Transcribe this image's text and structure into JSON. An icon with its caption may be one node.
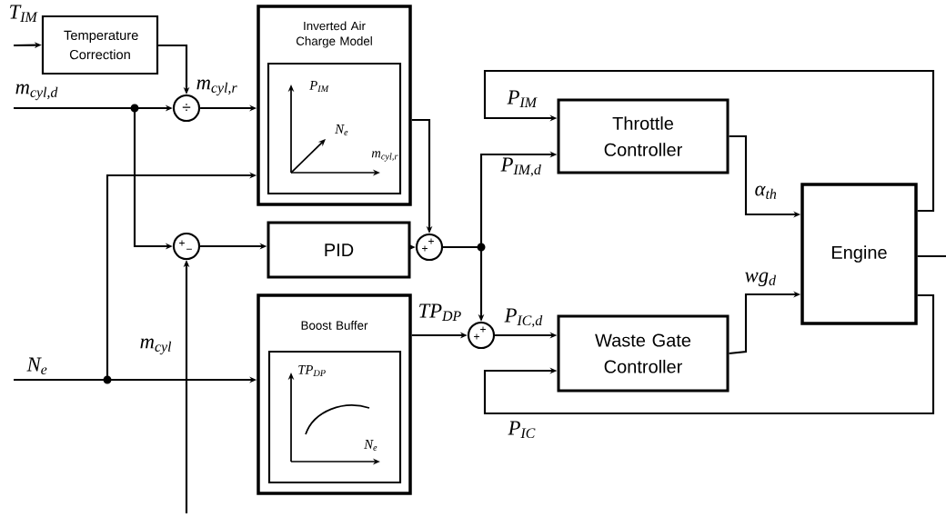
{
  "diagram": {
    "nodes": [
      {
        "text": [
          "Temperature Correction"
        ]
      },
      {
        "text": [
          "Inverted Air Charge Model"
        ]
      },
      {
        "text": [
          "P$_{IM}$",
          "N$_{e}$",
          "m$_{cyl,r}$"
        ],
        "in": 1
      },
      {
        "text": [
          "÷"
        ]
      },
      {
        "text": [
          "+",
          "−"
        ]
      },
      {
        "text": [
          "PID"
        ]
      },
      {
        "text": [
          "+",
          "+"
        ]
      },
      {
        "text": [
          "Boost Buffer"
        ]
      },
      {
        "text": [
          "TP$_{DP}$",
          "N$_{e}$"
        ],
        "in": 7
      },
      {
        "text": [
          "+",
          "+"
        ]
      },
      {
        "text": [
          "Throttle Controller"
        ]
      },
      {
        "text": [
          "Waste Gate Controller"
        ]
      },
      {
        "text": [
          "Engine"
        ]
      }
    ],
    "edges": [
      {
        "from": null,
        "to": 0,
        "arrow": "to",
        "label": "T$_{IM}$"
      },
      {
        "from": 0,
        "to": 3,
        "arrow": "to"
      },
      {
        "from": null,
        "to": 3,
        "arrow": "to",
        "label": "m$_{cyl,d}$"
      },
      {
        "from": null,
        "to": 4,
        "arrow": "to"
      },
      {
        "from": 3,
        "to": 1,
        "arrow": "to",
        "label": "m$_{cyl,r}$"
      },
      {
        "from": null,
        "to": 1,
        "arrow": "to"
      },
      {
        "from": null,
        "to": 7,
        "arrow": "to",
        "label": "N$_{e}$"
      },
      {
        "from": null,
        "to": 4,
        "arrow": "to",
        "label": "m$_{cyl}$"
      },
      {
        "from": 4,
        "to": 5,
        "arrow": "to"
      },
      {
        "from": 1,
        "to": 6,
        "arrow": "to"
      },
      {
        "from": 5,
        "to": 6,
        "arrow": "to"
      },
      {
        "from": 6,
        "to": 10,
        "arrow": "to",
        "label": "P$_{IM,d}$"
      },
      {
        "from": 6,
        "to": 9,
        "arrow": "to"
      },
      {
        "from": 7,
        "to": 9,
        "arrow": "to",
        "label": "TP$_{DP}$"
      },
      {
        "from": 9,
        "to": 11,
        "arrow": "to",
        "label": "P$_{IC,d}$"
      },
      {
        "from": 10,
        "to": 12,
        "arrow": "to",
        "label": "α$_{th}$"
      },
      {
        "from": 11,
        "to": 12,
        "arrow": "to",
        "label": "wg$_{d}$"
      },
      {
        "from": 12,
        "to": 10,
        "arrow": "to",
        "label": "P$_{IM}$"
      },
      {
        "from": 12,
        "to": 11,
        "arrow": "to",
        "label": "P$_{IC}$"
      },
      {
        "from": 12,
        "to": null,
        "arrow": "none"
      }
    ]
  }
}
